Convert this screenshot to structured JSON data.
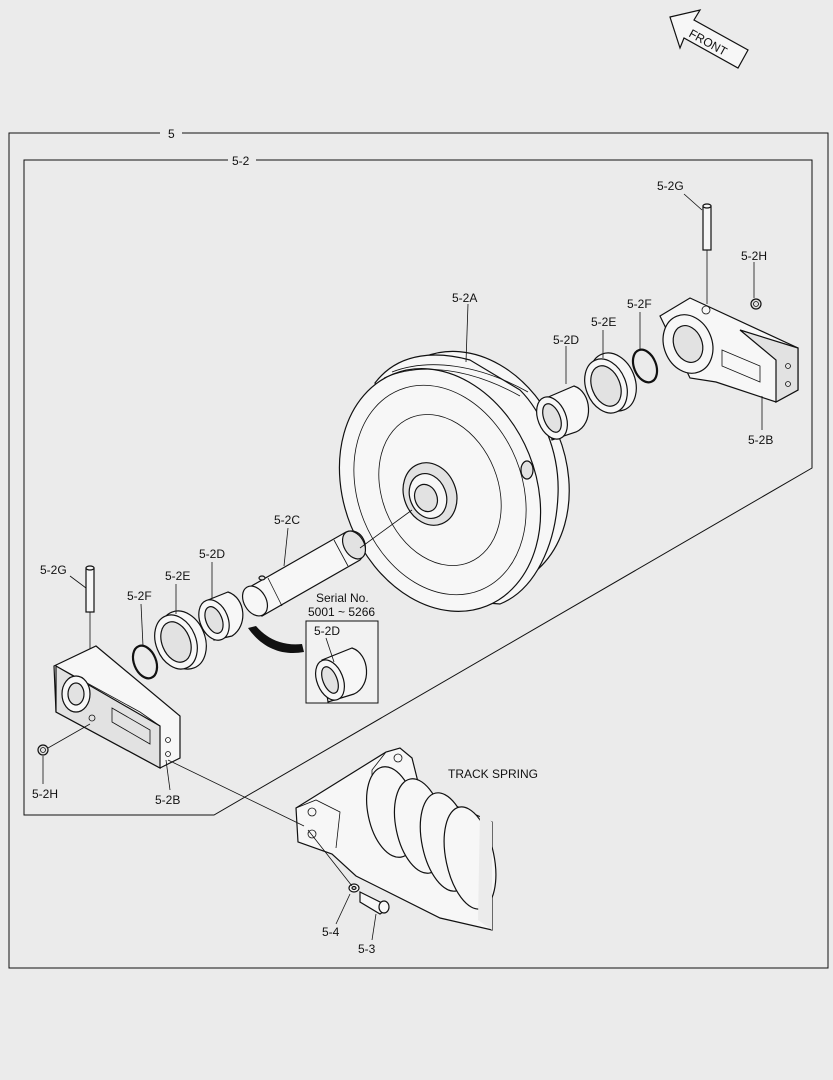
{
  "front_label": "FRONT",
  "labels": {
    "assembly_5": "5",
    "assembly_5_2": "5-2",
    "idler_5_2A": "5-2A",
    "shaft_5_2C": "5-2C",
    "bushing_left_5_2D": "5-2D",
    "bushing_right_5_2D": "5-2D",
    "bushing_inset_5_2D": "5-2D",
    "seal_left_5_2E": "5-2E",
    "seal_right_5_2E": "5-2E",
    "oring_left_5_2F": "5-2F",
    "oring_right_5_2F": "5-2F",
    "pin_left_5_2G": "5-2G",
    "pin_right_5_2G": "5-2G",
    "plug_left_5_2H": "5-2H",
    "plug_right_5_2H": "5-2H",
    "bracket_left_5_2B": "5-2B",
    "bracket_right_5_2B": "5-2B",
    "bolt_5_3": "5-3",
    "washer_5_4": "5-4"
  },
  "serial_note": {
    "line1": "Serial No.",
    "line2": "5001 ~ 5266"
  },
  "track_spring_label": "TRACK SPRING"
}
